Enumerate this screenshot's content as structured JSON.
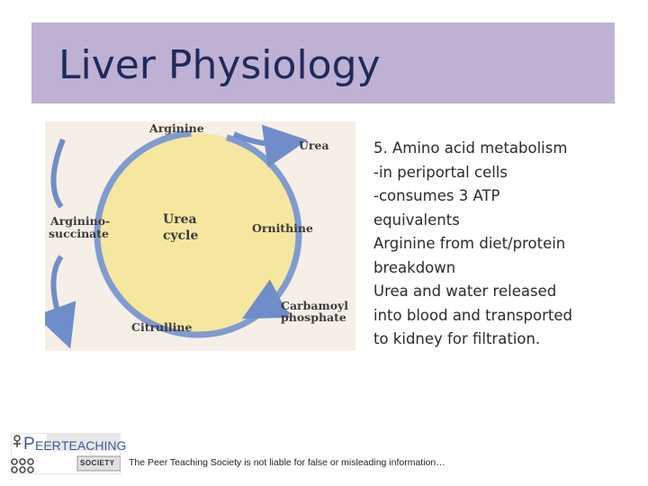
{
  "slide": {
    "title": "Liver Physiology",
    "bullets": [
      "5. Amino acid metabolism",
      "-in periportal cells",
      "-consumes 3 ATP",
      "equivalents",
      "Arginine from diet/protein",
      "breakdown",
      "Urea and water released",
      "into blood and transported",
      "to kidney for filtration."
    ],
    "disclaimer": "The Peer Teaching Society is not liable for false or misleading information…"
  },
  "figure": {
    "center_label_line1": "Urea",
    "center_label_line2": "cycle",
    "labels": {
      "arginine": "Arginine",
      "urea": "Urea",
      "ornithine": "Ornithine",
      "carbamoyl_line1": "Carbamoyl",
      "carbamoyl_line2": "phosphate",
      "citrulline": "Citrulline",
      "argininosuccinate_line1": "Arginino-",
      "argininosuccinate_line2": "succinate"
    },
    "colors": {
      "circle_fill": "#f6e7a0",
      "arrow_blue": "#6f8ec9",
      "background": "#f6efe7"
    }
  },
  "logo": {
    "text_p": "P",
    "text_eer": "EER",
    "text_teaching": "TEACHING",
    "text_society": "SOCIETY"
  },
  "colors": {
    "title_bar": "#bfb1d4",
    "title_text": "#1f2a5a"
  }
}
